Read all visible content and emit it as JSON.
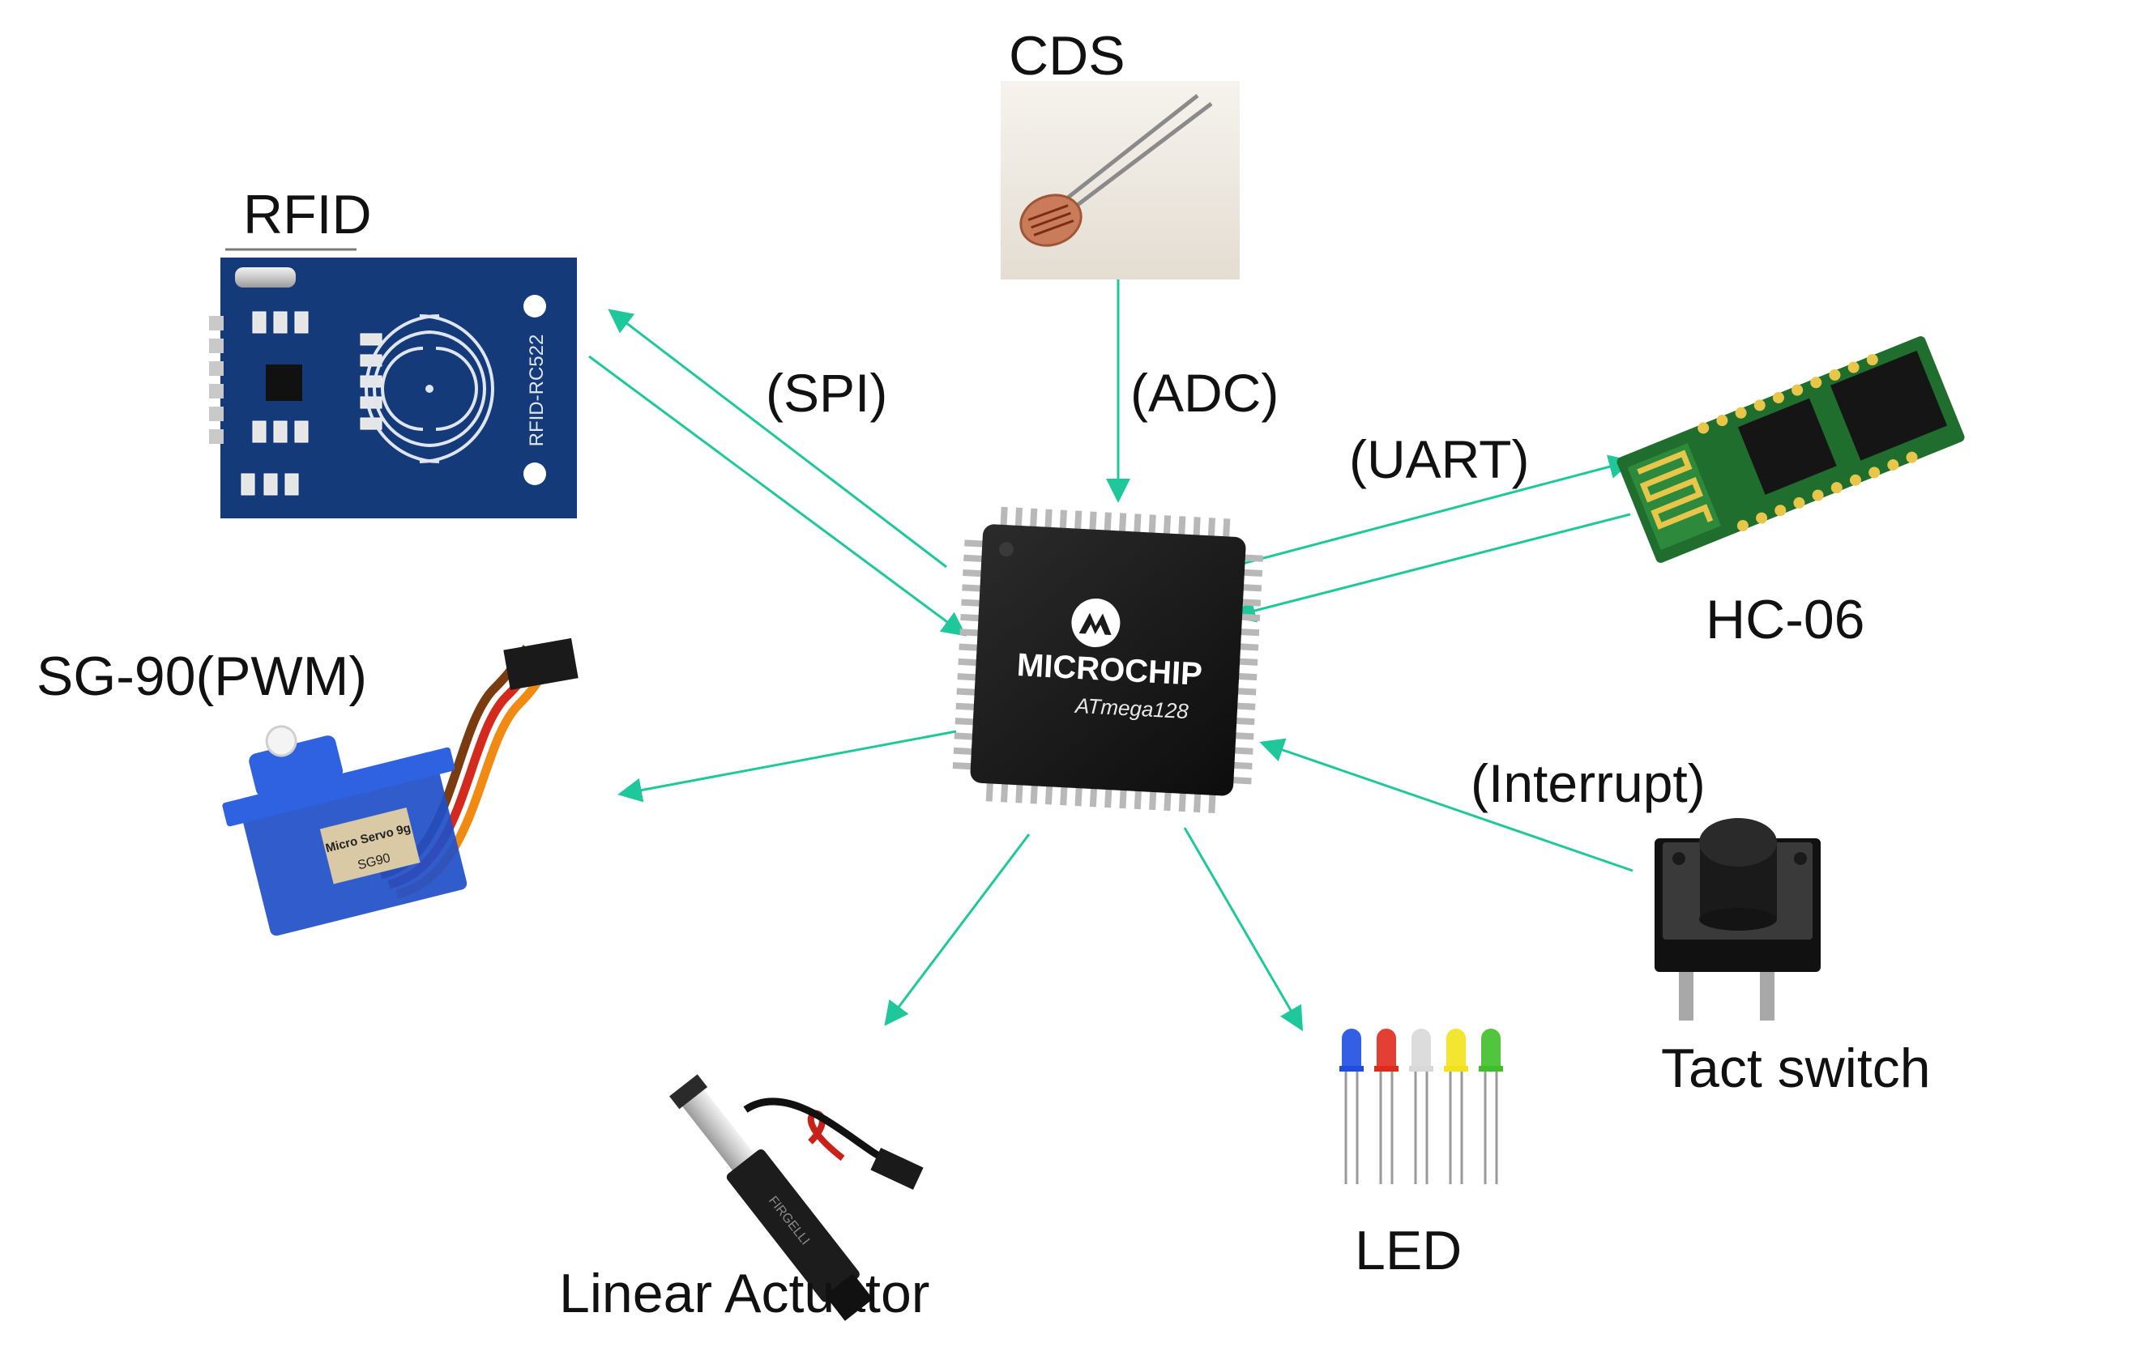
{
  "colors": {
    "arrow": "#1fc89a",
    "chip_body": "#1a1a1a",
    "chip_pin": "#b8b8b8",
    "pcb_blue": "#153a7a",
    "bt_green": "#1f6e2e",
    "servo_blue": "#1f4fc8",
    "background": "#ffffff"
  },
  "mcu": {
    "brand": "MICROCHIP",
    "model": "ATmega128",
    "icon": "microchip-logo-icon"
  },
  "devices": {
    "cds": {
      "label": "CDS",
      "icon": "photoresistor-icon"
    },
    "rfid": {
      "label": "RFID",
      "board_text": "RFID-RC522",
      "icon": "rfid-module-icon"
    },
    "hc06": {
      "label": "HC-06",
      "icon": "bluetooth-module-icon"
    },
    "servo": {
      "label": "SG-90(PWM)",
      "sticker": "Micro Servo 9g",
      "model_text": "SG90",
      "icon": "servo-motor-icon"
    },
    "tact": {
      "label": "Tact switch",
      "icon": "tact-switch-icon"
    },
    "led": {
      "label": "LED",
      "icon": "led-icon",
      "led_colors": [
        "#1e4de0",
        "#e02a1e",
        "#d8d8d8",
        "#f3e21a",
        "#3fbf2a"
      ]
    },
    "actuator": {
      "label": "Linear Actuator",
      "body_text": "FIRGELLI",
      "icon": "linear-actuator-icon"
    }
  },
  "interfaces": {
    "spi": "(SPI)",
    "adc": "(ADC)",
    "uart": "(UART)",
    "interrupt": "(Interrupt)"
  }
}
